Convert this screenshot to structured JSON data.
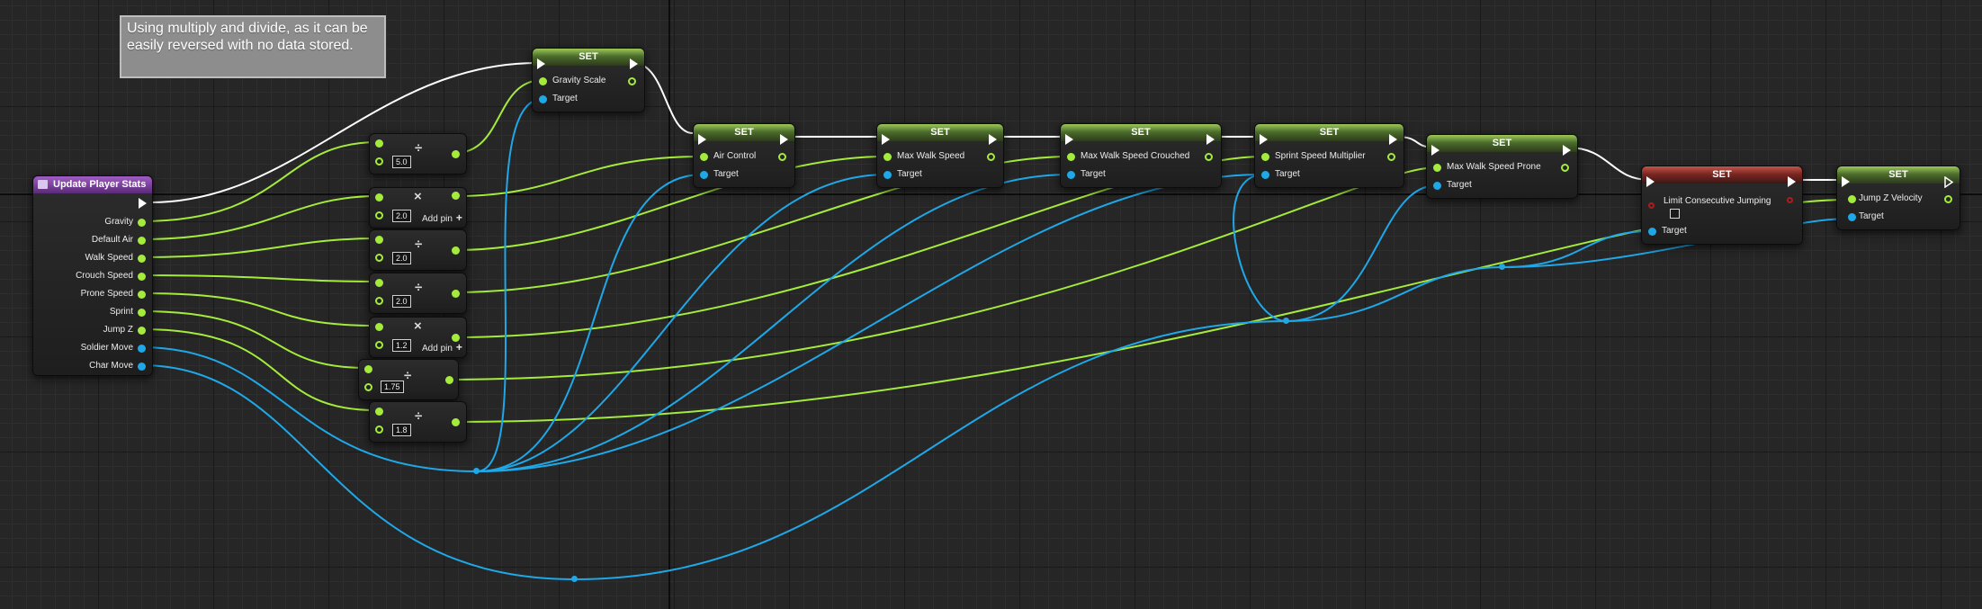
{
  "comment": {
    "text": "Using multiply and divide, as it can be easily reversed with no data stored."
  },
  "function_node": {
    "title": "Update Player Stats",
    "outputs": [
      "Gravity",
      "Default Air",
      "Walk Speed",
      "Crouch Speed",
      "Prone Speed",
      "Sprint",
      "Jump Z",
      "Soldier Move",
      "Char Move"
    ]
  },
  "math_nodes": [
    {
      "op": "÷",
      "value": "5.0",
      "add_pin": ""
    },
    {
      "op": "×",
      "value": "2.0",
      "add_pin": "Add pin"
    },
    {
      "op": "÷",
      "value": "2.0",
      "add_pin": ""
    },
    {
      "op": "÷",
      "value": "2.0",
      "add_pin": ""
    },
    {
      "op": "×",
      "value": "1.2",
      "add_pin": "Add pin"
    },
    {
      "op": "÷",
      "value": "1.75",
      "add_pin": ""
    },
    {
      "op": "÷",
      "value": "1.8",
      "add_pin": ""
    }
  ],
  "set_nodes": [
    {
      "title": "SET",
      "input": "Gravity Scale",
      "target": "Target"
    },
    {
      "title": "SET",
      "input": "Air Control",
      "target": "Target"
    },
    {
      "title": "SET",
      "input": "Max Walk Speed",
      "target": "Target"
    },
    {
      "title": "SET",
      "input": "Max Walk Speed Crouched",
      "target": "Target"
    },
    {
      "title": "SET",
      "input": "Sprint Speed Multiplier",
      "target": "Target"
    },
    {
      "title": "SET",
      "input": "Max Walk Speed Prone",
      "target": "Target"
    },
    {
      "title": "SET",
      "input": "Limit Consecutive Jumping",
      "target": "Target"
    },
    {
      "title": "SET",
      "input": "Jump Z Velocity",
      "target": "Target"
    }
  ],
  "add_pin_icon": "plus-icon",
  "colors": {
    "exec": "#ffffff",
    "float": "#a4eb3c",
    "object": "#1fa8e8",
    "bool": "#b31a1a",
    "set_header": "#6c9a3a",
    "function_header": "#7a3fa0"
  }
}
